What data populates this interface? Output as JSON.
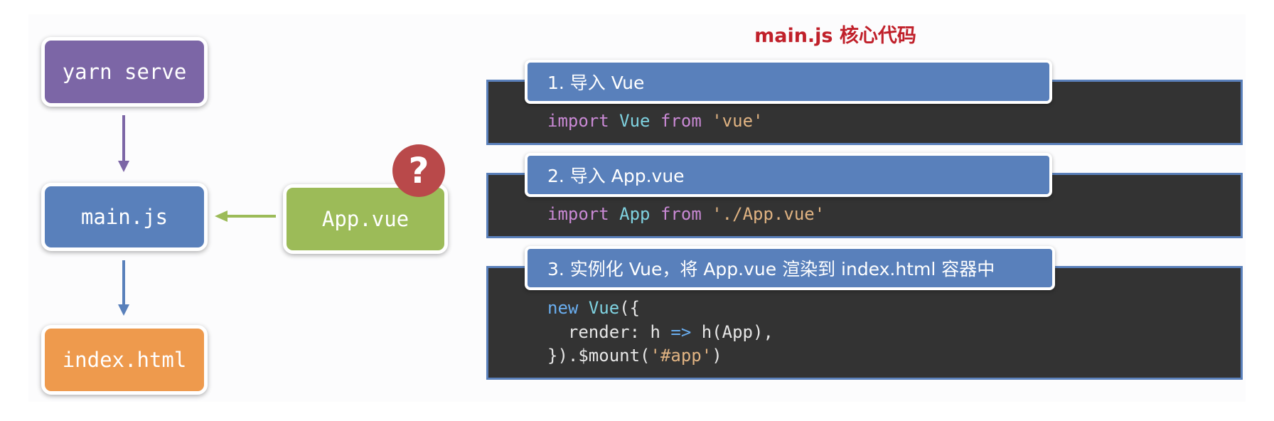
{
  "flow": {
    "yarn": "yarn serve",
    "main": "main.js",
    "index": "index.html",
    "app": "App.vue",
    "question": "?"
  },
  "colors": {
    "purple": "#7c66a6",
    "blue": "#5980bb",
    "orange": "#ee9a4d",
    "green": "#9cbb58",
    "red": "#b9494a",
    "title_red": "#c0202a",
    "code_bg": "#333333"
  },
  "title": "main.js 核心代码",
  "steps": [
    {
      "label": "1. 导入 Vue"
    },
    {
      "label": "2. 导入 App.vue"
    },
    {
      "label": "3. 实例化 Vue，将 App.vue 渲染到 index.html 容器中"
    }
  ],
  "code": {
    "l1": {
      "kw": "import",
      "name": "Vue",
      "from": "from",
      "path": "'vue'"
    },
    "l2": {
      "kw": "import",
      "name": "App",
      "from": "from",
      "path": "'./App.vue'"
    },
    "l3": {
      "kw": "new",
      "cls": "Vue",
      "tail": "({"
    },
    "l4": {
      "key": "  render: h ",
      "arrow": "=>",
      "call": " h(App),"
    },
    "l5": {
      "head": "}).$mount(",
      "sel": "'#app'",
      "end": ")"
    }
  }
}
